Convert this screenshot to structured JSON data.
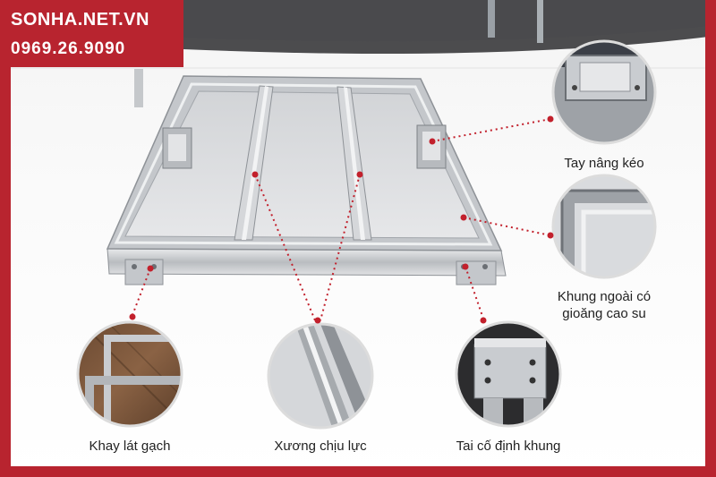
{
  "brand": {
    "site": "SONHA.NET.VN",
    "phone": "0969.26.9090",
    "color": "#b8242f"
  },
  "callouts": {
    "tay_nang_keo": "Tay nâng kéo",
    "khung_ngoai_line1": "Khung ngoài có",
    "khung_ngoai_line2": "gioăng cao su",
    "khay_lat_gach": "Khay lát gạch",
    "xuong_chiu_luc": "Xương chịu lực",
    "tai_co_dinh_khung": "Tai cố định khung"
  },
  "colors": {
    "dotted_line": "#c2202c",
    "steel": "#c9ccd0",
    "steel_dark": "#8e9297",
    "panel": "#d7d9dc"
  }
}
